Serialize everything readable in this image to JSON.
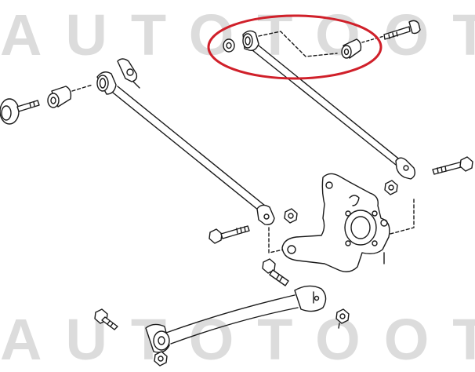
{
  "watermark": {
    "top_text": "AUTOTOOT",
    "bottom_text": "AUTOTOOT",
    "color": "#dcdcdc"
  },
  "highlight": {
    "shape": "ellipse",
    "color": "#d0202a",
    "target": "upper rear lateral control arm with bushing, washer and bolt"
  },
  "diagram": {
    "type": "exploded parts diagram",
    "subject": "rear suspension control arms",
    "line_color": "#1a1a1a",
    "parts": [
      {
        "id": "upper-arm-highlighted",
        "label": "upper lateral control arm (highlighted)"
      },
      {
        "id": "left-lateral-arm",
        "label": "lateral control arm"
      },
      {
        "id": "lower-arm",
        "label": "lower control arm"
      },
      {
        "id": "knuckle",
        "label": "rear axle carrier / knuckle"
      },
      {
        "id": "bushings",
        "label": "rubber bushings"
      },
      {
        "id": "bolts",
        "label": "bolts"
      },
      {
        "id": "nuts",
        "label": "nuts"
      },
      {
        "id": "washer",
        "label": "washer"
      }
    ]
  }
}
